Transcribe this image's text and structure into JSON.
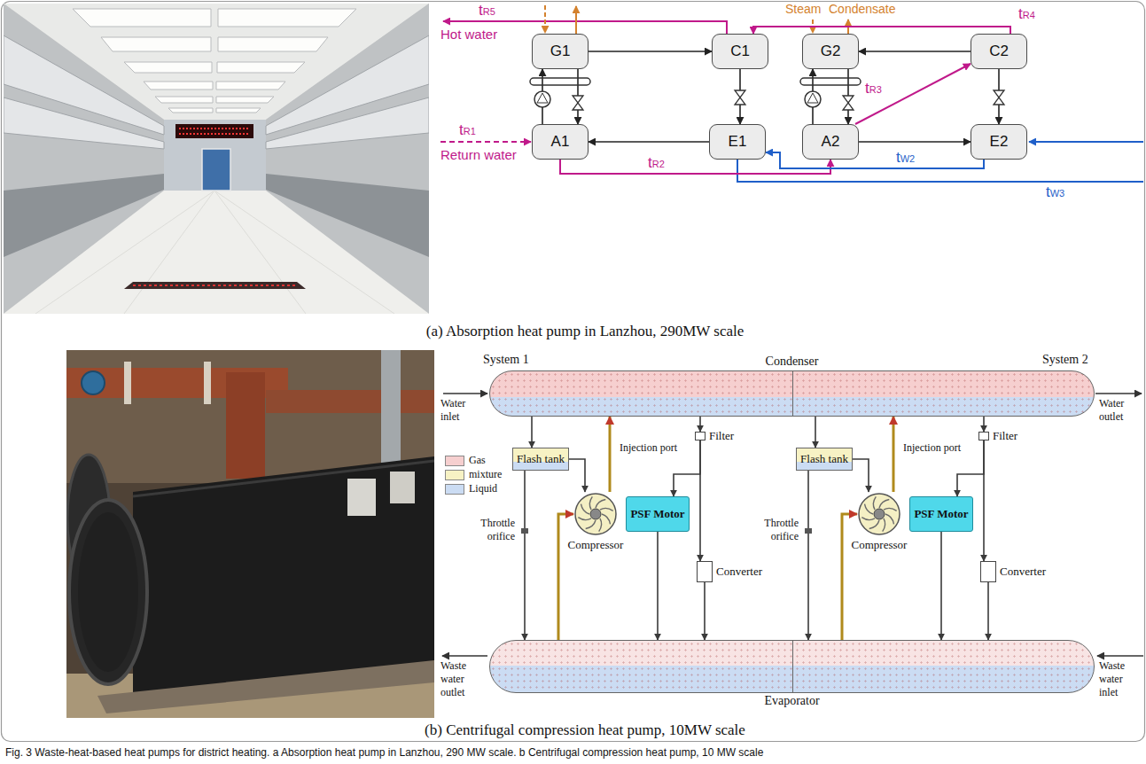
{
  "diagram": {
    "caption": "Fig. 3 Waste-heat-based heat pumps for district heating. a Absorption heat pump in Lanzhou, 290 MW scale. b Centrifugal compression heat pump, 10 MW scale",
    "nodes": [
      {
        "text": [
          "G1"
        ]
      },
      {
        "text": [
          "C1"
        ]
      },
      {
        "text": [
          "G2"
        ]
      },
      {
        "text": [
          "C2"
        ]
      },
      {
        "text": [
          "A1"
        ]
      },
      {
        "text": [
          "E1"
        ]
      },
      {
        "text": [
          "A2"
        ]
      },
      {
        "text": [
          "E2"
        ]
      },
      {
        "text": [
          "Condenser"
        ]
      },
      {
        "text": [
          "Flash tank"
        ]
      },
      {
        "text": [
          "Compressor"
        ]
      },
      {
        "text": [
          "PSF Motor"
        ]
      },
      {
        "text": [
          "Filter"
        ]
      },
      {
        "text": [
          "Converter"
        ]
      },
      {
        "text": [
          "Flash tank"
        ]
      },
      {
        "text": [
          "Compressor"
        ]
      },
      {
        "text": [
          "PSF Motor"
        ]
      },
      {
        "text": [
          "Filter"
        ]
      },
      {
        "text": [
          "Converter"
        ]
      },
      {
        "text": [
          "Evaporator"
        ]
      }
    ],
    "edges": [
      {
        "from": 0,
        "to": 1,
        "arrow": "to"
      },
      {
        "from": 1,
        "to": 5,
        "arrow": "to"
      },
      {
        "from": 5,
        "to": 4,
        "arrow": "to"
      },
      {
        "from": 4,
        "to": 0,
        "arrow": "to"
      },
      {
        "from": 0,
        "to": 4,
        "arrow": "to"
      },
      {
        "from": 4,
        "to": 6,
        "arrow": "to",
        "label": "tR2"
      },
      {
        "from": 3,
        "to": 2,
        "arrow": "to"
      },
      {
        "from": 3,
        "to": 7,
        "arrow": "to"
      },
      {
        "from": 6,
        "to": 7,
        "arrow": "to"
      },
      {
        "from": 6,
        "to": 2,
        "arrow": "to"
      },
      {
        "from": 2,
        "to": 6,
        "arrow": "to"
      },
      {
        "from": 6,
        "to": 3,
        "arrow": "to",
        "label": "tR3"
      },
      {
        "from": 3,
        "to": 1,
        "arrow": "to",
        "label": "tR4"
      },
      {
        "from": 7,
        "to": 5,
        "arrow": "to",
        "label": "tW2"
      },
      {
        "from": 8,
        "to": 9,
        "arrow": "to"
      },
      {
        "from": 9,
        "to": 10,
        "arrow": "to",
        "label": "Injection port"
      },
      {
        "from": 9,
        "to": 19,
        "arrow": "to",
        "label": "Throttle orifice"
      },
      {
        "from": 19,
        "to": 10,
        "arrow": "to"
      },
      {
        "from": 10,
        "to": 8,
        "arrow": "to"
      },
      {
        "from": 8,
        "to": 12,
        "arrow": "to"
      },
      {
        "from": 12,
        "to": 11,
        "arrow": "to"
      },
      {
        "from": 12,
        "to": 13,
        "arrow": "to"
      },
      {
        "from": 11,
        "to": 19,
        "arrow": "to"
      },
      {
        "from": 13,
        "to": 19,
        "arrow": "to"
      },
      {
        "from": 8,
        "to": 14,
        "arrow": "to"
      },
      {
        "from": 14,
        "to": 15,
        "arrow": "to",
        "label": "Injection port"
      },
      {
        "from": 14,
        "to": 19,
        "arrow": "to",
        "label": "Throttle orifice"
      },
      {
        "from": 19,
        "to": 15,
        "arrow": "to"
      },
      {
        "from": 15,
        "to": 8,
        "arrow": "to"
      },
      {
        "from": 8,
        "to": 17,
        "arrow": "to"
      },
      {
        "from": 17,
        "to": 16,
        "arrow": "to"
      },
      {
        "from": 17,
        "to": 18,
        "arrow": "to"
      },
      {
        "from": 16,
        "to": 19,
        "arrow": "to"
      },
      {
        "from": 18,
        "to": 19,
        "arrow": "to"
      }
    ],
    "labels": [
      "Steam",
      "Condensate",
      "tR5",
      "Hot water",
      "tR1",
      "Return water",
      "tW3",
      "(a) Absorption heat pump in Lanzhou, 290MW scale",
      "System 1",
      "System 2",
      "Water inlet",
      "Water outlet",
      "Waste water outlet",
      "Waste water inlet",
      "(b) Centrifugal compression heat pump, 10MW scale"
    ],
    "legend": [
      {
        "text": "Gas",
        "color": "#f6cfcf"
      },
      {
        "text": "mixture",
        "color": "#f7f2c4"
      },
      {
        "text": "Liquid",
        "color": "#cbdcf3"
      }
    ]
  }
}
